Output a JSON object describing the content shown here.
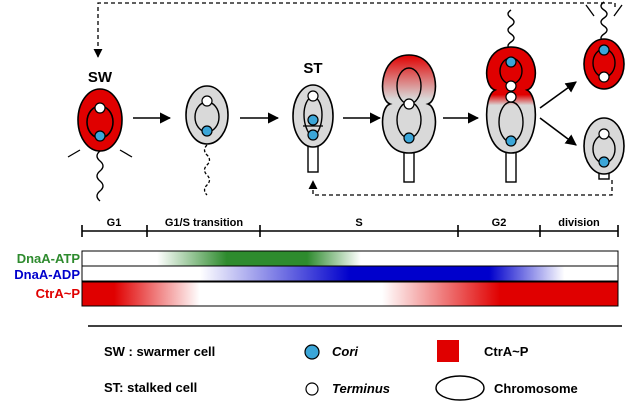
{
  "cell_labels": {
    "swarmer": "SW",
    "stalked": "ST"
  },
  "phases": [
    {
      "label": "G1"
    },
    {
      "label": "G1/S transition"
    },
    {
      "label": "S"
    },
    {
      "label": "G2"
    },
    {
      "label": "division"
    }
  ],
  "tracks": [
    {
      "label": "DnaA-ATP",
      "color": "#2e8b2e"
    },
    {
      "label": "DnaA-ADP",
      "color": "#0000cc"
    },
    {
      "label": "CtrA~P",
      "color": "#e00000"
    }
  ],
  "legend": {
    "swarmer": "SW : swarmer cell",
    "stalked": "ST: stalked cell",
    "cori": "Cori",
    "terminus": "Terminus",
    "ctra": "CtrA~P",
    "chromosome": "Chromosome"
  },
  "colors": {
    "red": "#e00000",
    "cell_gray": "#d9d9d9",
    "cori_blue": "#3ba6d8",
    "green": "#2e8b2e",
    "blue": "#0000cc"
  },
  "icons": [
    "cori-circle-icon",
    "terminus-circle-icon",
    "red-square-icon",
    "chromosome-ellipse-icon"
  ]
}
